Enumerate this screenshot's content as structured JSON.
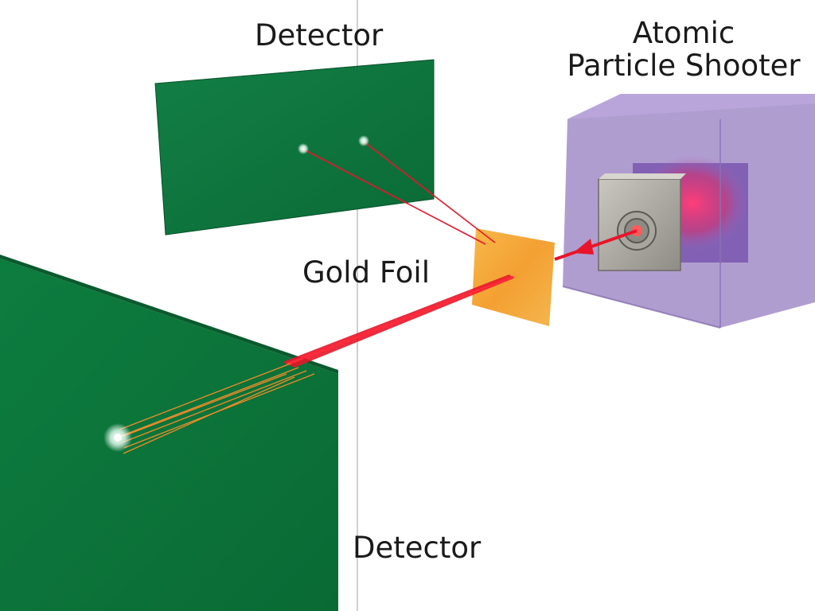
{
  "labels": {
    "detector_top": "Detector",
    "detector_bottom": "Detector",
    "gold_foil": "Gold Foil",
    "shooter_line1": "Atomic",
    "shooter_line2": "Particle Shooter"
  },
  "colors": {
    "detector_green": "#0f7a3f",
    "foil_orange": "#f4a531",
    "shooter_purple": "#9a7fc4",
    "beam_red": "#e8152a",
    "deflect_orange": "#f08c2a"
  }
}
